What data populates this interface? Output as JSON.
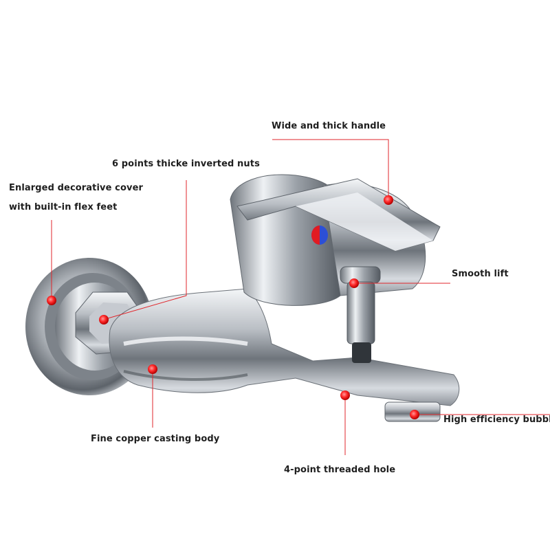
{
  "labels": {
    "wide_handle": "Wide and thick handle",
    "nuts": "6 points thicke inverted nuts",
    "cover_line1": "Enlarged decorative cover",
    "cover_line2": "with built-in flex feet",
    "smooth_lift": "Smooth lift",
    "bubbler": "High efficiency bubbler",
    "casting_body": "Fine copper casting body",
    "threaded_hole": "4-point threaded hole"
  },
  "colors": {
    "callout": "#e0262b",
    "text": "#1e1e1e",
    "background": "#ffffff"
  }
}
